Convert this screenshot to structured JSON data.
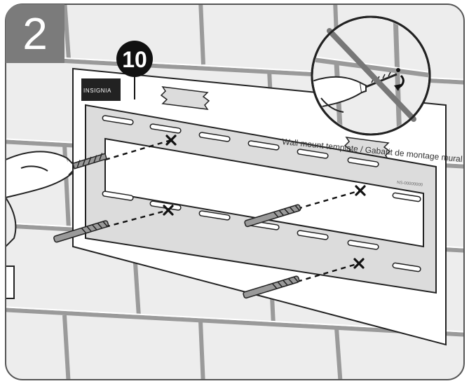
{
  "step": {
    "number": "2"
  },
  "callout": {
    "label": "10"
  },
  "template": {
    "brand": "INSIGNIA",
    "title": "Wall mount template / Gabarit de montage mural",
    "code": "NS-00000000"
  },
  "colors": {
    "step_badge": "#7b7b7b",
    "line": "#222222",
    "wall": "#ededed",
    "grout": "#9a9a9a",
    "bracket": "#dcdcdc",
    "callout": "#111111"
  },
  "icons": [
    "drill-icon",
    "screw-icon",
    "anchor-icon",
    "x-mark-icon",
    "no-drill-icon"
  ]
}
